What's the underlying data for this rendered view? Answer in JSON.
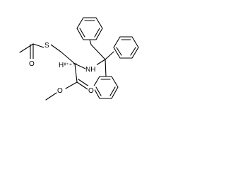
{
  "molecule": {
    "atoms": {
      "sulfur": "S",
      "nitrogen_hydrogen": "NH",
      "stereo_hydrogen": "H",
      "thioester_oxygen": "O",
      "ester_carbonyl_oxygen": "O",
      "ester_ether_oxygen": "O"
    },
    "colors": {
      "bonds": "#000000",
      "labels": "#000000",
      "background": "#ffffff"
    }
  }
}
